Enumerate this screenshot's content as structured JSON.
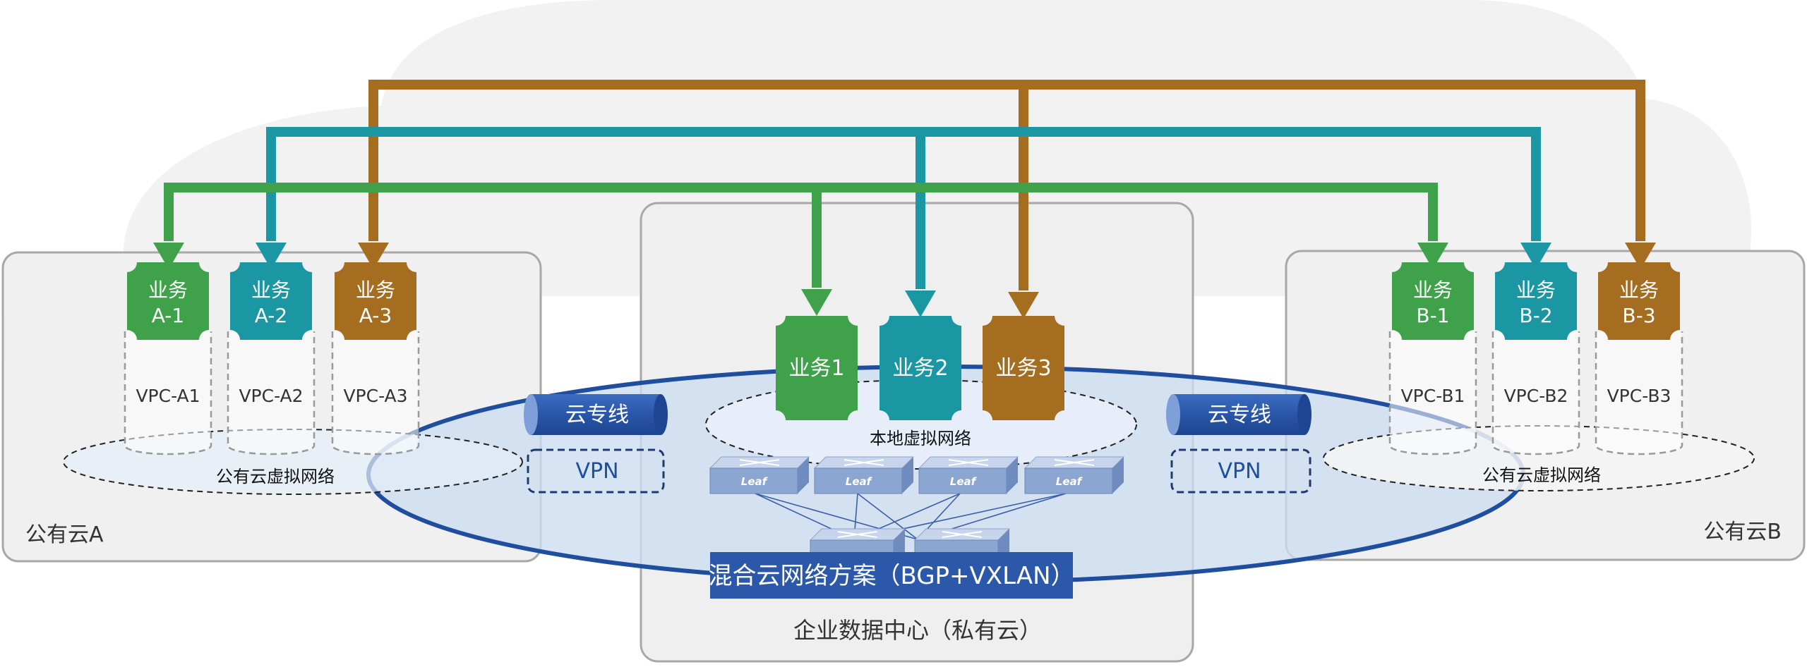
{
  "regions": {
    "cloud_a": "公有云A",
    "cloud_b": "公有云B",
    "datacenter": "企业数据中心（私有云）"
  },
  "networks": {
    "public_a": "公有云虚拟网络",
    "public_b": "公有云虚拟网络",
    "local": "本地虚拟网络"
  },
  "services_a": [
    {
      "line1": "业务",
      "line2": "A-1",
      "vpc": "VPC-A1"
    },
    {
      "line1": "业务",
      "line2": "A-2",
      "vpc": "VPC-A2"
    },
    {
      "line1": "业务",
      "line2": "A-3",
      "vpc": "VPC-A3"
    }
  ],
  "services_b": [
    {
      "line1": "业务",
      "line2": "B-1",
      "vpc": "VPC-B1"
    },
    {
      "line1": "业务",
      "line2": "B-2",
      "vpc": "VPC-B2"
    },
    {
      "line1": "业务",
      "line2": "B-3",
      "vpc": "VPC-B3"
    }
  ],
  "services_dc": [
    "业务1",
    "业务2",
    "业务3"
  ],
  "links": {
    "dedicated_left": "云专线",
    "vpn_left": "VPN",
    "dedicated_right": "云专线",
    "vpn_right": "VPN"
  },
  "switches": {
    "leaf_label": "Leaf",
    "leaves": [
      "Leaf",
      "Leaf",
      "Leaf",
      "Leaf"
    ]
  },
  "solution": "混合云网络方案（BGP+VXLAN）",
  "colors": {
    "service1": "#3fa14a",
    "service2": "#1b97a3",
    "service3": "#a46d20",
    "ellipse_stroke": "#1f4e9f",
    "banner": "#2b58a8"
  }
}
